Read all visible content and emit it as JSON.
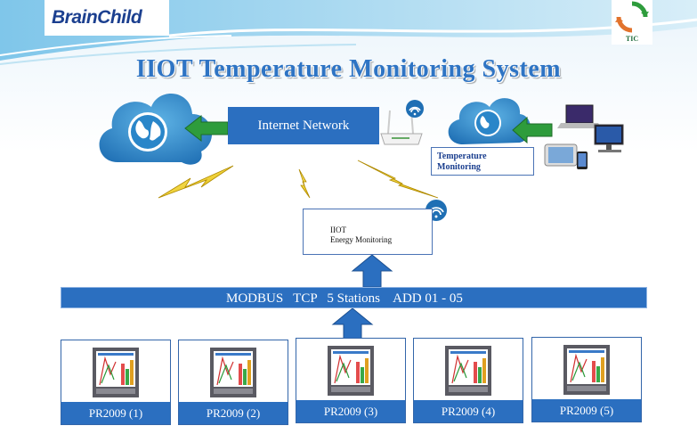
{
  "header": {
    "brand": "BrainChild",
    "tic_logo_text": "TIC"
  },
  "title": "IIOT Temperature Monitoring  System",
  "nodes": {
    "internet": "Internet  Network",
    "temperature_line1": "Temperature",
    "temperature_line2": "Monitoring",
    "iiot_line1": "IIOT",
    "iiot_line2": "Energy Monitoring",
    "modbus": "MODBUS   TCP   5 Stations    ADD 01 - 05"
  },
  "stations": [
    {
      "label": "PR2009 (1)"
    },
    {
      "label": "PR2009 (2)"
    },
    {
      "label": "PR2009 (3)"
    },
    {
      "label": "PR2009 (4)"
    },
    {
      "label": "PR2009 (5)"
    }
  ],
  "colors": {
    "primary_blue": "#2b6fc0",
    "arrow_green": "#2e9c3c",
    "lightning_yellow": "#f2d21c",
    "cloud_blue": "#2a86c9",
    "title_blue": "#2e74c4"
  },
  "icons": [
    "cloud-globe-icon",
    "green-arrow-icon",
    "router-icon",
    "wifi-icon",
    "lightning-icon",
    "laptop-icon",
    "desktop-icon",
    "tablet-icon",
    "phone-icon",
    "up-arrow-icon",
    "recorder-screen-icon"
  ]
}
